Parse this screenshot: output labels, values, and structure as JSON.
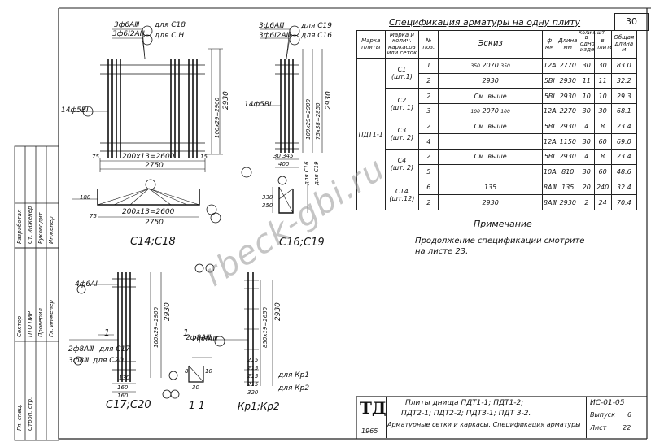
{
  "sheet_number": "30",
  "spec": {
    "title": "Спецификация арматуры на одну плиту",
    "headers": {
      "marka_plity": "Марка плиты",
      "marka_izd": "Марка и колич. каркасов или сеток",
      "pos": "№ поз.",
      "eskiz": "Эскиз",
      "diam": "ф мм",
      "dlina": "Длина мм",
      "kol_header": "Колич. шт.",
      "kol_odin": "в одном изделии",
      "kol_plite": "в плите",
      "obsh": "Общая длина м"
    },
    "plate_mark": "ПДТ1-1",
    "groups": [
      {
        "mark": "С1",
        "qty": "(шт.1)"
      },
      {
        "mark": "С2",
        "qty": "(шт. 1)"
      },
      {
        "mark": "С3",
        "qty": "(шт. 2)"
      },
      {
        "mark": "С4",
        "qty": "(шт. 2)"
      },
      {
        "mark": "С14",
        "qty": "(шт.12)"
      }
    ],
    "rows": [
      {
        "pos": "1",
        "sketch": "2070",
        "diam": "12АⅢ",
        "len": "2770",
        "n1": "30",
        "n2": "30",
        "total": "83.0"
      },
      {
        "pos": "2",
        "sketch": "2930",
        "diam": "5ВⅠ",
        "len": "2930",
        "n1": "11",
        "n2": "11",
        "total": "32.2"
      },
      {
        "pos": "2",
        "sketch": "См. выше",
        "diam": "5ВⅠ",
        "len": "2930",
        "n1": "10",
        "n2": "10",
        "total": "29.3"
      },
      {
        "pos": "3",
        "sketch": "2070",
        "diam": "12АⅢ",
        "len": "2270",
        "n1": "30",
        "n2": "30",
        "total": "68.1"
      },
      {
        "pos": "2",
        "sketch": "См. выше",
        "diam": "5ВⅠ",
        "len": "2930",
        "n1": "4",
        "n2": "8",
        "total": "23.4"
      },
      {
        "pos": "4",
        "sketch": "",
        "diam": "12АⅢ",
        "len": "1150",
        "n1": "30",
        "n2": "60",
        "total": "69.0"
      },
      {
        "pos": "2",
        "sketch": "См. выше",
        "diam": "5ВⅠ",
        "len": "2930",
        "n1": "4",
        "n2": "8",
        "total": "23.4"
      },
      {
        "pos": "5",
        "sketch": "",
        "diam": "10АⅢ",
        "len": "810",
        "n1": "30",
        "n2": "60",
        "total": "48.6"
      },
      {
        "pos": "6",
        "sketch": "135",
        "diam": "8АⅢ",
        "len": "135",
        "n1": "20",
        "n2": "240",
        "total": "32.4"
      },
      {
        "pos": "2",
        "sketch": "2930",
        "diam": "8АⅢ",
        "len": "2930",
        "n1": "2",
        "n2": "24",
        "total": "70.4"
      }
    ],
    "sketch_dims": {
      "left": "350",
      "mid": "2070",
      "right": "350",
      "left2": "100",
      "right2": "100"
    }
  },
  "note": {
    "title": "Примечание",
    "line1": "Продолжение спецификации смотрите",
    "line2": "на листе 23."
  },
  "drawing": {
    "top_left": {
      "call1": "3ф6АⅢ",
      "call1_to": "для С18",
      "call2": "3ф6Ⅰ2АⅢ",
      "call2_to": "для С.Н",
      "side_left": "14ф5ВⅠ",
      "dim_h_inner": "200х13=2600",
      "dim_h_outer": "2750",
      "dim_v1": "100х29=2900",
      "dim_v2": "2930",
      "dim_75": "75",
      "dim_15": "15"
    },
    "bent": {
      "dim_inner": "200х13=2600",
      "dim_outer": "2750",
      "dim_75": "75",
      "h": "180",
      "label": "С14;С18"
    },
    "top_right": {
      "call1": "3ф6АⅢ",
      "call1_to": "для С19",
      "call2": "3ф6Ⅰ2АⅢ",
      "call2_to": "для С16",
      "side": "14ф5ВⅠ",
      "dim_v1": "100х29=2900",
      "dim_v2": "75х38=2850",
      "dim_v3": "2930",
      "w": "400",
      "w2": "30 345",
      "lab1": "для С16",
      "lab2": "для С19",
      "label": "С16;С19",
      "h1": "330",
      "h2": "350"
    },
    "bottom_left": {
      "call1": "4ф6АⅠ",
      "call2": "2ф8АⅢ",
      "call2_to": "для С17",
      "call3": "3ф8Ⅲ",
      "call3_to": "для С20",
      "dim_v1": "100х29=2900",
      "dim_v2": "2930",
      "w1": "130",
      "w2": "160",
      "w3": "160",
      "label": "С17;С20",
      "section": "1"
    },
    "section11": {
      "label": "1-1",
      "call": "2ф8АⅢ",
      "d1": "8",
      "d2": "30",
      "d3": "10"
    },
    "bottom_right": {
      "call": "2ф8АⅢ",
      "dim_v1": "850х19=2650",
      "dim_v2": "2930",
      "lab1": "для Кр1",
      "lab2": "для Кр2",
      "label": "Кр1;Кр2",
      "ws": [
        "215",
        "215",
        "215",
        "215",
        "320"
      ]
    }
  },
  "title_block": {
    "org": "ТД",
    "year": "1965",
    "line1": "Плиты днища ПДТ1-1; ПДТ1-2;",
    "line2": "ПДТ2-1; ПДТ2-2; ПДТ3-1; ПДТ 3-2.",
    "line3": "Арматурные сетки и каркасы. Спецификация арматуры",
    "doc": "ИС-01-05",
    "issue_label": "Выпуск",
    "issue": "6",
    "sheet_label": "Лист",
    "sheet": "22"
  },
  "stamp": {
    "col1": [
      "Разработал",
      "Ст. инженер",
      "Руководит.",
      "Инженер"
    ],
    "col2": [
      "Сектор",
      "ПТО ПИР",
      "Проверил",
      "Гл. инженер"
    ],
    "col3": [
      "Гл. спец.",
      "Строп. стр."
    ]
  },
  "watermark": "rbeck-gbi.ru"
}
